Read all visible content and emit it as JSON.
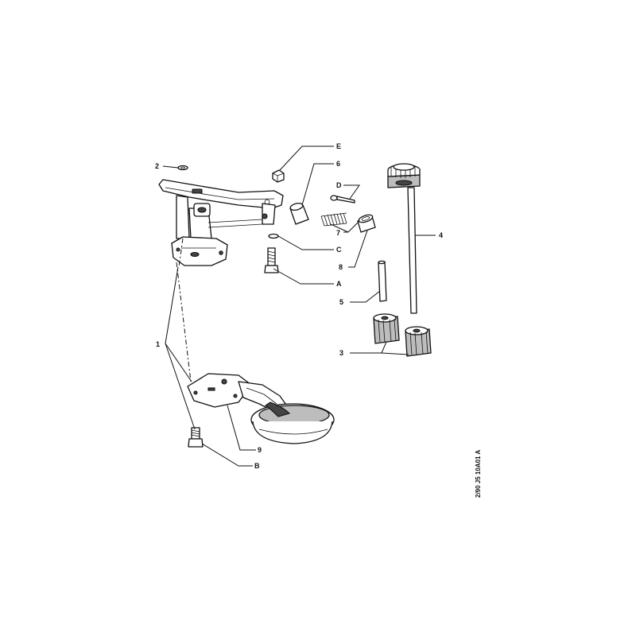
{
  "diagram": {
    "labels": {
      "l1": "1",
      "l2": "2",
      "l3": "3",
      "l4": "4",
      "l5": "5",
      "l6": "6",
      "l7": "7",
      "l8": "8",
      "l9": "9",
      "lA": "A",
      "lB": "B",
      "lC": "C",
      "lD": "D",
      "lE": "E"
    },
    "reference_code": "2/90  J5  10A01 A"
  }
}
